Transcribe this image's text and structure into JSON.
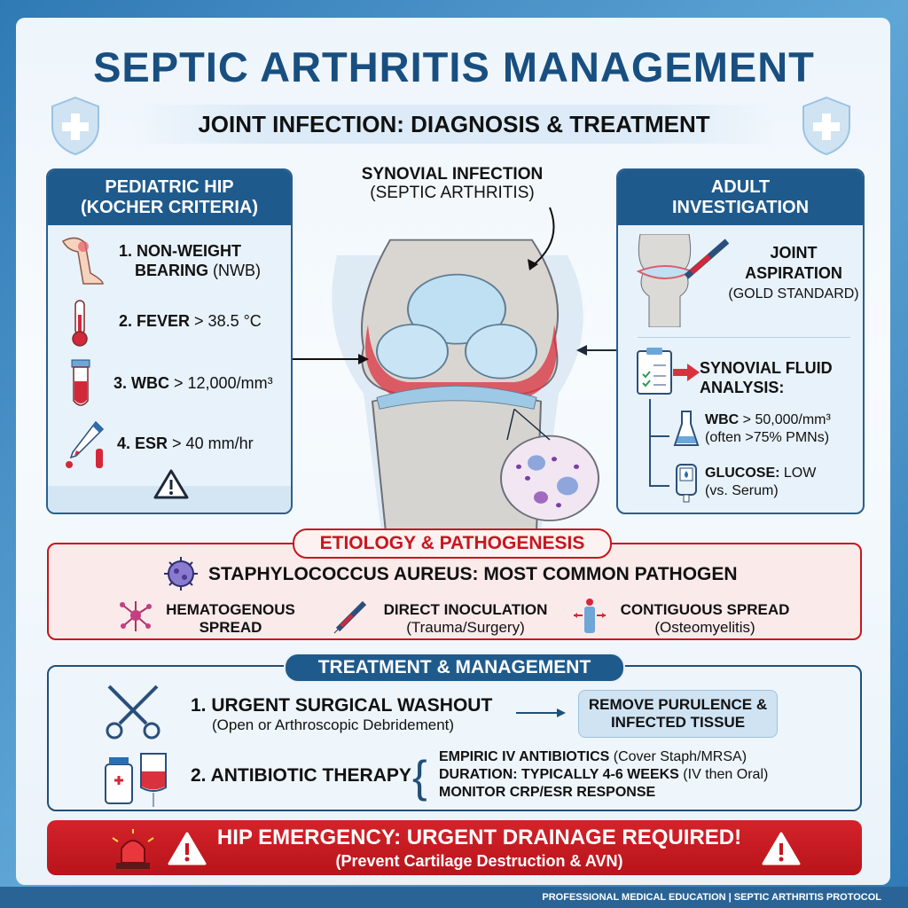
{
  "title": "SEPTIC ARTHRITIS MANAGEMENT",
  "subtitle": "JOINT INFECTION: DIAGNOSIS & TREATMENT",
  "colors": {
    "primary": "#1f5a8c",
    "alert": "#c8161d",
    "background": "#eef5fb"
  },
  "pediatric": {
    "header_line1": "PEDIATRIC HIP",
    "header_line2": "(KOCHER CRITERIA)",
    "items": [
      {
        "label": "1. NON-WEIGHT",
        "label2": "BEARING",
        "detail": "(NWB)",
        "icon": "leg-icon"
      },
      {
        "label": "2. FEVER",
        "detail": "> 38.5 °C",
        "icon": "thermometer-icon"
      },
      {
        "label": "3. WBC",
        "detail": "> 12,000/mm³",
        "icon": "test-tube-icon"
      },
      {
        "label": "4. ESR",
        "detail": "> 40 mm/hr",
        "icon": "dropper-icon"
      }
    ]
  },
  "center": {
    "line1": "SYNOVIAL INFECTION",
    "line2": "(SEPTIC ARTHRITIS)"
  },
  "adult": {
    "header_line1": "ADULT",
    "header_line2": "INVESTIGATION",
    "aspiration": {
      "line1": "JOINT",
      "line2": "ASPIRATION",
      "line3": "(GOLD STANDARD)"
    },
    "analysis": {
      "line1": "SYNOVIAL FLUID",
      "line2": "ANALYSIS:"
    },
    "wbc": {
      "label": "WBC",
      "value": "> 50,000/mm³",
      "note": "(often >75% PMNs)"
    },
    "glucose": {
      "label": "GLUCOSE:",
      "value": "LOW",
      "note": "(vs. Serum)"
    }
  },
  "etiology": {
    "header": "ETIOLOGY & PATHOGENESIS",
    "main": "STAPHYLOCOCCUS AUREUS: MOST COMMON PATHOGEN",
    "routes": [
      {
        "line1": "HEMATOGENOUS",
        "line2": "SPREAD"
      },
      {
        "line1": "DIRECT INOCULATION",
        "line2": "(Trauma/Surgery)"
      },
      {
        "line1": "CONTIGUOUS SPREAD",
        "line2": "(Osteomyelitis)"
      }
    ]
  },
  "treatment": {
    "header": "TREATMENT & MANAGEMENT",
    "step1": {
      "title": "1. URGENT SURGICAL WASHOUT",
      "sub": "(Open or Arthroscopic Debridement)",
      "result_line1": "REMOVE PURULENCE &",
      "result_line2": "INFECTED TISSUE"
    },
    "step2": {
      "title": "2. ANTIBIOTIC THERAPY",
      "points": [
        {
          "b": "EMPIRIC IV ANTIBIOTICS",
          "n": "(Cover Staph/MRSA)"
        },
        {
          "b": "DURATION: TYPICALLY 4-6 WEEKS",
          "n": "(IV then Oral)"
        },
        {
          "b": "MONITOR CRP/ESR RESPONSE",
          "n": ""
        }
      ]
    }
  },
  "alert": {
    "title": "HIP EMERGENCY:  URGENT DRAINAGE REQUIRED!",
    "sub": "(Prevent Cartilage Destruction & AVN)"
  },
  "footer": "PROFESSIONAL MEDICAL EDUCATION | SEPTIC ARTHRITIS PROTOCOL"
}
